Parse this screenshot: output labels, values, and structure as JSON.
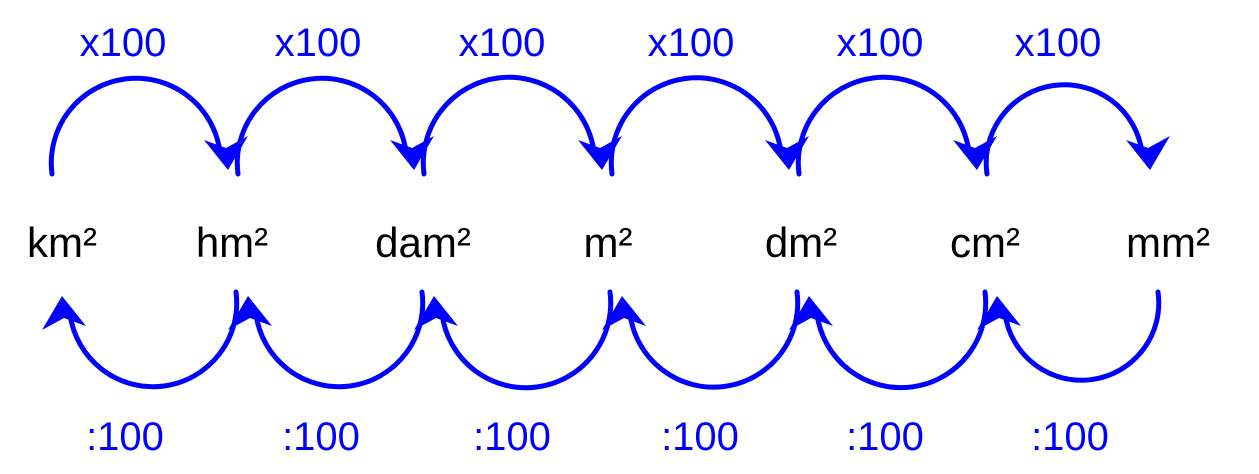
{
  "units": [
    "km²",
    "hm²",
    "dam²",
    "m²",
    "dm²",
    "cm²",
    "mm²"
  ],
  "multiply_labels": [
    "x100",
    "x100",
    "x100",
    "x100",
    "x100",
    "x100"
  ],
  "divide_labels": [
    ":100",
    ":100",
    ":100",
    ":100",
    ":100",
    ":100"
  ],
  "colors": {
    "arrow": "#0000ff",
    "factor_text": "#0000ff",
    "unit_text": "#000000"
  }
}
